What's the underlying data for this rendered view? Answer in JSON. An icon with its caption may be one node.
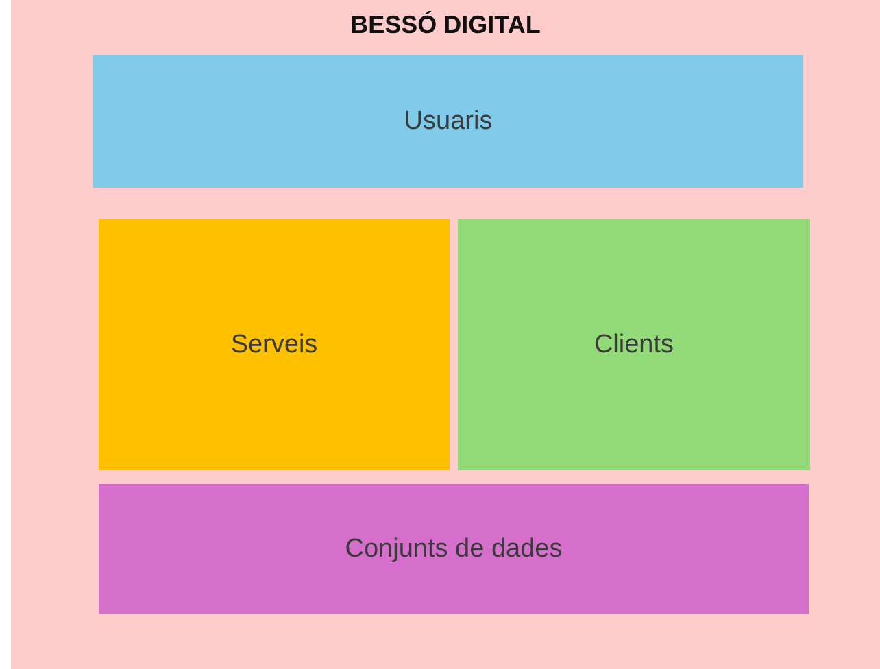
{
  "diagram": {
    "nodes": [
      {
        "text": [
          "BESSÓ DIGITAL"
        ]
      },
      {
        "text": [
          "Usuaris"
        ],
        "in": 0
      },
      {
        "text": [
          "Serveis"
        ],
        "in": 0
      },
      {
        "text": [
          "Clients"
        ],
        "in": 0
      },
      {
        "text": [
          "Conjunts de dades"
        ],
        "in": 0
      }
    ]
  }
}
